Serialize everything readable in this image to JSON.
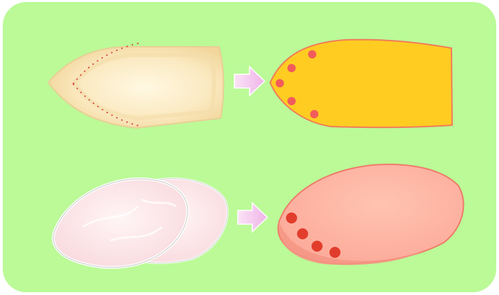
{
  "background": {
    "panel_color": "#bbfa97",
    "page_color": "#ffffff"
  },
  "rows": [
    {
      "before": {
        "icon": "flat-pastry-piece",
        "fill": "#f7e2b0",
        "edge_mark_color": "#d33a3a"
      },
      "arrow": {
        "icon": "arrow-right-icon",
        "fill": "#f6c6f0"
      },
      "after": {
        "icon": "yellow-pastry-with-dots",
        "fill": "#ffcc22",
        "dot_color": "#f25b5b",
        "dot_count": 5
      }
    },
    {
      "before": {
        "icon": "two-thin-sliced-pieces",
        "fill": "#fbe6e8"
      },
      "arrow": {
        "icon": "arrow-right-icon",
        "fill": "#f6c6f0"
      },
      "after": {
        "icon": "pink-meat-piece-with-dots",
        "fill": "#ffb7a4",
        "dot_color": "#e23d2c",
        "dot_count": 4
      }
    }
  ]
}
